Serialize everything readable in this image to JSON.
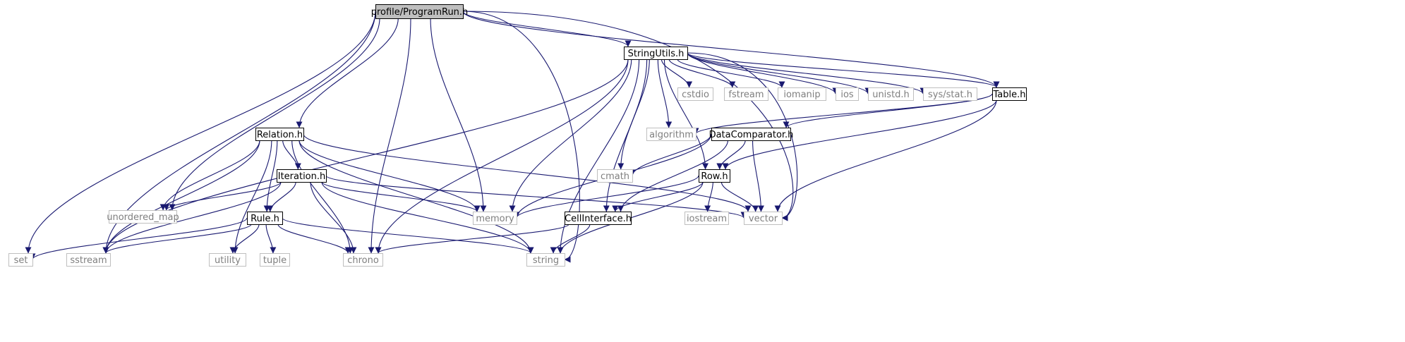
{
  "title": "profile/ProgramRun.h",
  "colors": {
    "edge": "#191970",
    "root_fill": "#bfbfbf",
    "node_border": "#000000",
    "external_border": "#bfbfbf",
    "external_text": "#7f7f7f"
  },
  "nodes": [
    {
      "id": "programrun",
      "label": "profile/ProgramRun.h",
      "kind": "root"
    },
    {
      "id": "stringutils",
      "label": "StringUtils.h",
      "kind": "local"
    },
    {
      "id": "table",
      "label": "Table.h",
      "kind": "local"
    },
    {
      "id": "relation",
      "label": "Relation.h",
      "kind": "local"
    },
    {
      "id": "datacomparator",
      "label": "DataComparator.h",
      "kind": "local"
    },
    {
      "id": "iteration",
      "label": "Iteration.h",
      "kind": "local"
    },
    {
      "id": "row",
      "label": "Row.h",
      "kind": "local"
    },
    {
      "id": "rule",
      "label": "Rule.h",
      "kind": "local"
    },
    {
      "id": "cellinterface",
      "label": "CellInterface.h",
      "kind": "local"
    },
    {
      "id": "cstdio",
      "label": "cstdio",
      "kind": "external"
    },
    {
      "id": "fstream",
      "label": "fstream",
      "kind": "external"
    },
    {
      "id": "iomanip",
      "label": "iomanip",
      "kind": "external"
    },
    {
      "id": "ios",
      "label": "ios",
      "kind": "external"
    },
    {
      "id": "unistd",
      "label": "unistd.h",
      "kind": "external"
    },
    {
      "id": "sysstat",
      "label": "sys/stat.h",
      "kind": "external"
    },
    {
      "id": "algorithm",
      "label": "algorithm",
      "kind": "external"
    },
    {
      "id": "cmath",
      "label": "cmath",
      "kind": "external"
    },
    {
      "id": "unordered_map",
      "label": "unordered_map",
      "kind": "external"
    },
    {
      "id": "memory",
      "label": "memory",
      "kind": "external"
    },
    {
      "id": "iostream",
      "label": "iostream",
      "kind": "external"
    },
    {
      "id": "vector",
      "label": "vector",
      "kind": "external"
    },
    {
      "id": "set",
      "label": "set",
      "kind": "external"
    },
    {
      "id": "sstream",
      "label": "sstream",
      "kind": "external"
    },
    {
      "id": "utility",
      "label": "utility",
      "kind": "external"
    },
    {
      "id": "tuple",
      "label": "tuple",
      "kind": "external"
    },
    {
      "id": "chrono",
      "label": "chrono",
      "kind": "external"
    },
    {
      "id": "string",
      "label": "string",
      "kind": "external"
    }
  ],
  "edges": [
    [
      "programrun",
      "stringutils"
    ],
    [
      "programrun",
      "table"
    ],
    [
      "programrun",
      "relation"
    ],
    [
      "programrun",
      "unordered_map"
    ],
    [
      "programrun",
      "memory"
    ],
    [
      "programrun",
      "vector"
    ],
    [
      "programrun",
      "set"
    ],
    [
      "programrun",
      "sstream"
    ],
    [
      "programrun",
      "chrono"
    ],
    [
      "programrun",
      "string"
    ],
    [
      "stringutils",
      "cstdio"
    ],
    [
      "stringutils",
      "fstream"
    ],
    [
      "stringutils",
      "iomanip"
    ],
    [
      "stringutils",
      "ios"
    ],
    [
      "stringutils",
      "unistd"
    ],
    [
      "stringutils",
      "sysstat"
    ],
    [
      "stringutils",
      "table"
    ],
    [
      "stringutils",
      "algorithm"
    ],
    [
      "stringutils",
      "cmath"
    ],
    [
      "stringutils",
      "row"
    ],
    [
      "stringutils",
      "cellinterface"
    ],
    [
      "stringutils",
      "memory"
    ],
    [
      "stringutils",
      "vector"
    ],
    [
      "stringutils",
      "string"
    ],
    [
      "stringutils",
      "sstream"
    ],
    [
      "stringutils",
      "chrono"
    ],
    [
      "table",
      "algorithm"
    ],
    [
      "table",
      "datacomparator"
    ],
    [
      "table",
      "row"
    ],
    [
      "table",
      "vector"
    ],
    [
      "datacomparator",
      "cmath"
    ],
    [
      "datacomparator",
      "row"
    ],
    [
      "datacomparator",
      "memory"
    ],
    [
      "datacomparator",
      "cellinterface"
    ],
    [
      "datacomparator",
      "vector"
    ],
    [
      "relation",
      "iteration"
    ],
    [
      "relation",
      "rule"
    ],
    [
      "relation",
      "unordered_map"
    ],
    [
      "relation",
      "sstream"
    ],
    [
      "relation",
      "utility"
    ],
    [
      "relation",
      "chrono"
    ],
    [
      "relation",
      "memory"
    ],
    [
      "relation",
      "string"
    ],
    [
      "relation",
      "vector"
    ],
    [
      "iteration",
      "rule"
    ],
    [
      "iteration",
      "unordered_map"
    ],
    [
      "iteration",
      "memory"
    ],
    [
      "iteration",
      "vector"
    ],
    [
      "iteration",
      "sstream"
    ],
    [
      "iteration",
      "chrono"
    ],
    [
      "iteration",
      "string"
    ],
    [
      "row",
      "memory"
    ],
    [
      "row",
      "iostream"
    ],
    [
      "row",
      "vector"
    ],
    [
      "row",
      "cellinterface"
    ],
    [
      "row",
      "string"
    ],
    [
      "rule",
      "set"
    ],
    [
      "rule",
      "sstream"
    ],
    [
      "rule",
      "utility"
    ],
    [
      "rule",
      "tuple"
    ],
    [
      "rule",
      "chrono"
    ],
    [
      "rule",
      "string"
    ],
    [
      "cellinterface",
      "chrono"
    ],
    [
      "cellinterface",
      "string"
    ]
  ]
}
